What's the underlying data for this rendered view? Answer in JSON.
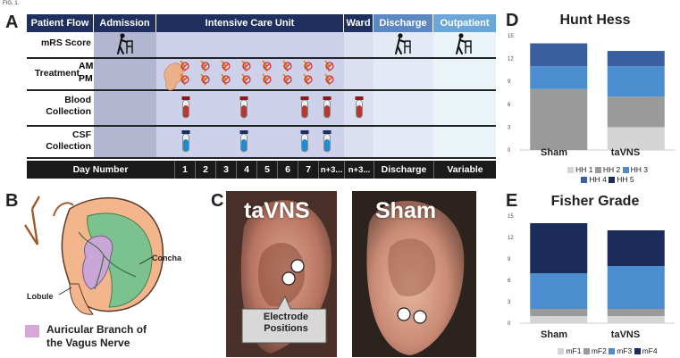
{
  "figure_label": "FIG. 1.",
  "panels": {
    "A": "A",
    "B": "B",
    "C": "C",
    "D": "D",
    "E": "E"
  },
  "panel_a": {
    "headers": {
      "patient_flow": "Patient Flow",
      "admission": "Admission",
      "icu": "Intensive Care Unit",
      "ward": "Ward",
      "discharge": "Discharge",
      "outpatient": "Outpatient"
    },
    "rows": {
      "mrs": "mRS Score",
      "treatment": "Treatment",
      "am": "AM",
      "pm": "PM",
      "blood": "Blood\nCollection",
      "csf": "CSF\nCollection"
    },
    "day_row": {
      "label": "Day Number",
      "days": [
        "1",
        "2",
        "3",
        "4",
        "5",
        "6",
        "7",
        "n+3..."
      ],
      "ward": "n+3...",
      "discharge": "Discharge",
      "outpatient": "Variable"
    },
    "colors": {
      "header": "#1f2f5f",
      "admission_bg": "#b3b6d0",
      "icu_bg": "#cdd1ea",
      "ward_bg": "#dcdff0",
      "discharge_bg": "#e3eaf5",
      "outpatient_bg": "#eaf3f8",
      "discharge_hdr": "#5b87c3",
      "outpatient_hdr": "#6aa7d8"
    }
  },
  "panel_b": {
    "concha": "Concha",
    "lobule": "Lobule",
    "legend": "Auricular Branch of\nthe Vagus Nerve"
  },
  "panel_c": {
    "left": "taVNS",
    "right": "Sham",
    "callout": "Electrode\nPositions"
  },
  "chart_data": [
    {
      "type": "bar",
      "title": "Hunt Hess",
      "categories": [
        "Sham",
        "taVNS"
      ],
      "stacked": true,
      "ylim": [
        0,
        15
      ],
      "yticks": [
        "0",
        "3",
        "6",
        "9",
        "12",
        "15"
      ],
      "series": [
        {
          "name": "HH 1",
          "values": [
            0,
            3
          ],
          "color": "#d4d4d4"
        },
        {
          "name": "HH 2",
          "values": [
            8,
            4
          ],
          "color": "#9a9a9a"
        },
        {
          "name": "HH 3",
          "values": [
            3,
            4
          ],
          "color": "#4a8ed0"
        },
        {
          "name": "HH 4",
          "values": [
            3,
            2
          ],
          "color": "#3a5f9e"
        },
        {
          "name": "HH 5",
          "values": [
            0,
            0
          ],
          "color": "#1c2c5a"
        }
      ]
    },
    {
      "type": "bar",
      "title": "Fisher Grade",
      "categories": [
        "Sham",
        "taVNS"
      ],
      "stacked": true,
      "ylim": [
        0,
        15
      ],
      "yticks": [
        "0",
        "3",
        "6",
        "9",
        "12",
        "15"
      ],
      "series": [
        {
          "name": "mF1",
          "values": [
            1,
            1
          ],
          "color": "#d4d4d4"
        },
        {
          "name": "mF2",
          "values": [
            1,
            1
          ],
          "color": "#9a9a9a"
        },
        {
          "name": "mF3",
          "values": [
            5,
            6
          ],
          "color": "#4a8ed0"
        },
        {
          "name": "mF4",
          "values": [
            7,
            5
          ],
          "color": "#1c2c5a"
        }
      ]
    }
  ]
}
